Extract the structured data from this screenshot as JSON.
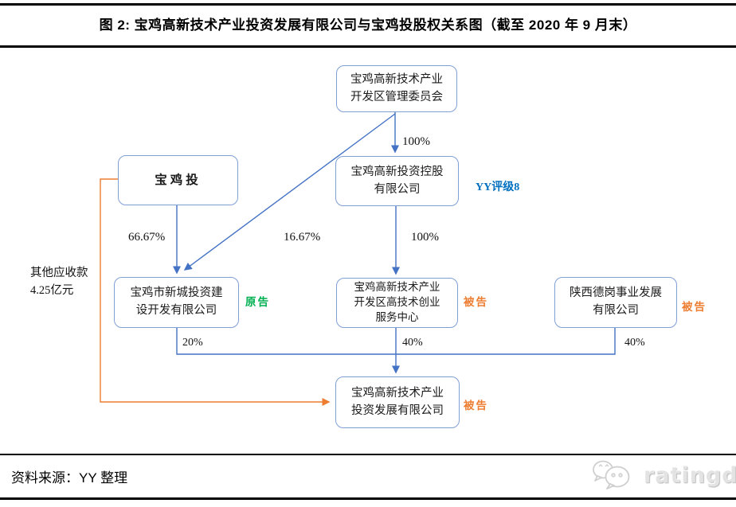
{
  "title": "图 2: 宝鸡高新技术产业投资发展有限公司与宝鸡投股权关系图（截至 2020 年 9 月末）",
  "nodes": {
    "gov": "宝鸡高新技术产业\n开发区管理委员会",
    "baojitou": "宝鸡投",
    "holding": "宝鸡高新投资控股\n有限公司",
    "xincheng": "宝鸡市新城投资建\n设开发有限公司",
    "service": "宝鸡高新技术产业\n开发区高技术创业\n服务中心",
    "degang": "陕西德岗事业发展\n有限公司",
    "target": "宝鸡高新技术产业\n投资发展有限公司"
  },
  "edges": {
    "gov_to_holding": "100%",
    "holding_to_service": "100%",
    "baojitou_to_xincheng": "66.67%",
    "gov_to_xincheng": "16.67%",
    "xincheng_to_target": "20%",
    "service_to_target": "40%",
    "degang_to_target": "40%"
  },
  "annotations": {
    "other_receivable": "其他应收款\n4.25亿元",
    "yy_rating": "YY评级8",
    "plaintiff": "原告",
    "defendant": "被告"
  },
  "footer": {
    "source": "资料来源：YY 整理",
    "logo_text": "ratingdog"
  },
  "colors": {
    "line_blue": "#4472C4",
    "box_border": "#7F9FD5",
    "accent_orange": "#ED7D31",
    "plaintiff_green": "#00B050",
    "rating_blue": "#0070C0"
  }
}
